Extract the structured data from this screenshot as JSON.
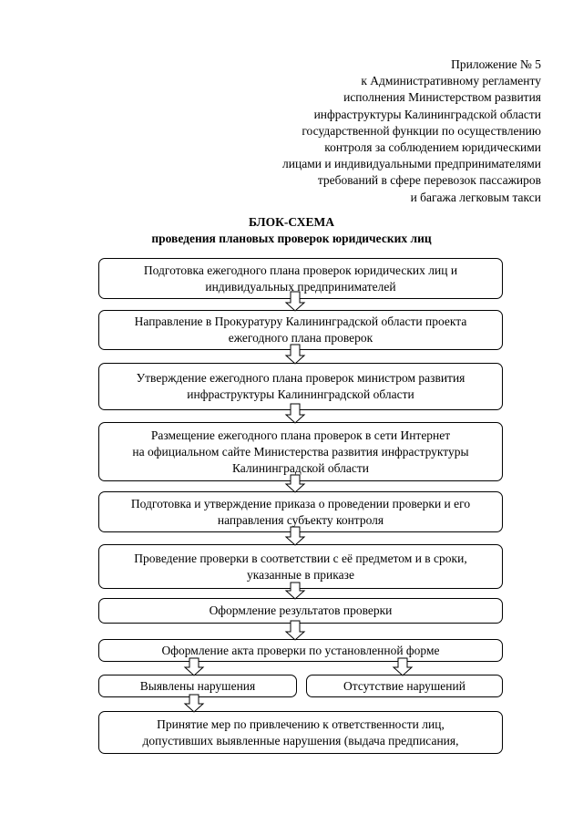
{
  "appendix": {
    "lines": [
      "Приложение № 5",
      "к Административному регламенту",
      "исполнения Министерством развития",
      "инфраструктуры Калининградской области",
      "государственной функции по осуществлению",
      "контроля за соблюдением юридическими",
      "лицами и индивидуальными предпринимателями",
      "требований в сфере перевозок пассажиров",
      "и багажа легковым такси"
    ]
  },
  "title": {
    "line1": "БЛОК-СХЕМА",
    "line2": "проведения плановых проверок юридических лиц"
  },
  "steps": [
    {
      "lines": [
        "Подготовка ежегодного плана проверок юридических лиц и",
        "индивидуальных предпринимателей"
      ]
    },
    {
      "lines": [
        "Направление в Прокуратуру Калининградской области проекта",
        "ежегодного плана проверок"
      ]
    },
    {
      "lines": [
        "Утверждение ежегодного плана проверок министром развития",
        "инфраструктуры Калининградской области"
      ]
    },
    {
      "lines": [
        "Размещение ежегодного плана проверок в сети Интернет",
        "на официальном сайте Министерства развития инфраструктуры",
        "Калининградской области"
      ]
    },
    {
      "lines": [
        "Подготовка и утверждение приказа о проведении проверки и его",
        "направления субъекту контроля"
      ]
    },
    {
      "lines": [
        "Проведение проверки в соответствии с её предметом и в сроки,",
        "указанные в приказе"
      ]
    },
    {
      "lines": [
        "Оформление результатов проверки"
      ]
    },
    {
      "lines": [
        "Оформление акта проверки по установленной форме"
      ]
    }
  ],
  "branches": {
    "violations": "Выявлены нарушения",
    "no_violations": "Отсутствие нарушений"
  },
  "final_step": {
    "lines": [
      "Принятие мер по привлечению к ответственности лиц,",
      "допустивших выявленные нарушения (выдача предписания,"
    ]
  }
}
